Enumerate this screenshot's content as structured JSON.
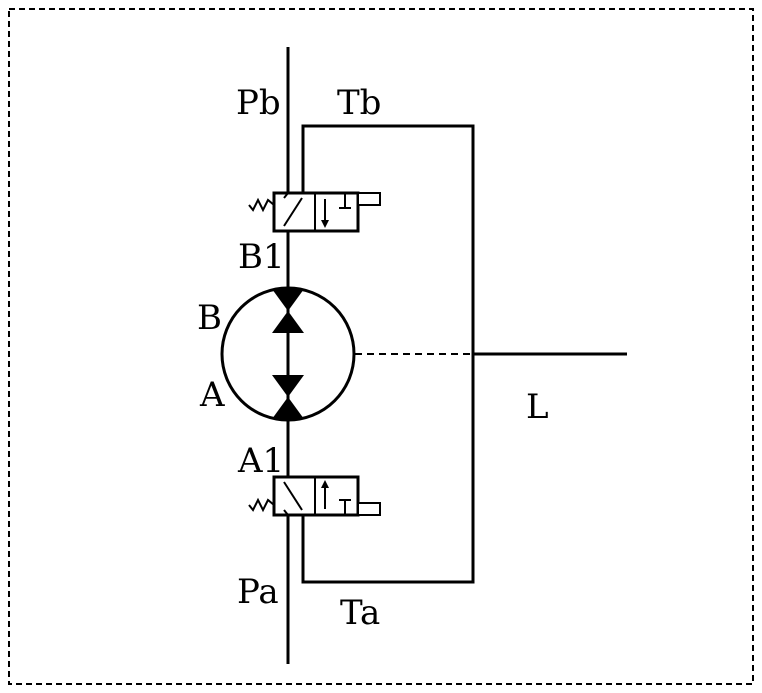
{
  "labels": {
    "pb": "Pb",
    "tb": "Tb",
    "b1": "B1",
    "b": "B",
    "a": "A",
    "a1": "A1",
    "pa": "Pa",
    "ta": "Ta",
    "l": "L"
  },
  "colors": {
    "line": "#000000",
    "background": "#ffffff"
  }
}
